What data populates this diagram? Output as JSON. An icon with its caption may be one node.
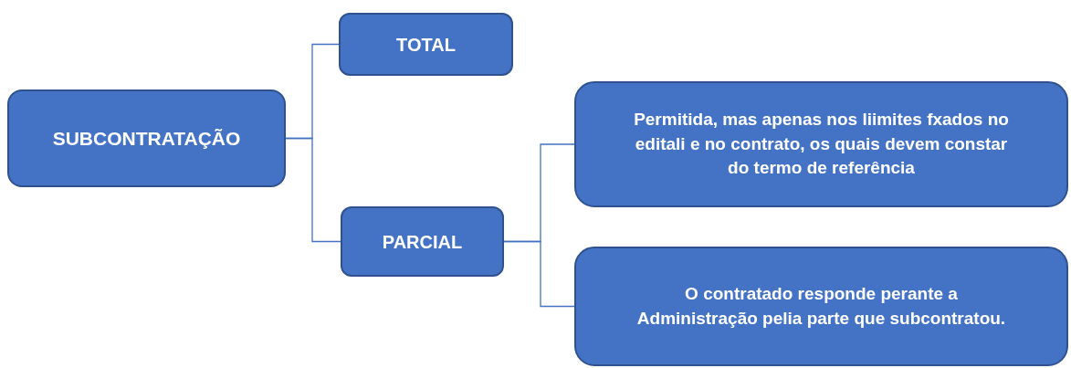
{
  "diagram": {
    "nodes": [
      {
        "text": [
          "SUBCONTRATAÇÃO"
        ]
      },
      {
        "text": [
          "TOTAL"
        ]
      },
      {
        "text": [
          "PARCIAL"
        ]
      },
      {
        "text": [
          "Permitida, mas apenas nos liimites fxados no editali e no contrato, os quais devem constar do termo de referência"
        ]
      },
      {
        "text": [
          "O contratado responde perante a Administração pelia parte que subcontratou."
        ]
      }
    ],
    "edges": [
      {
        "from": 0,
        "to": 1,
        "arrow": "none"
      },
      {
        "from": 0,
        "to": 2,
        "arrow": "none"
      },
      {
        "from": 2,
        "to": 3,
        "arrow": "none"
      },
      {
        "from": 2,
        "to": 4,
        "arrow": "none"
      }
    ]
  }
}
